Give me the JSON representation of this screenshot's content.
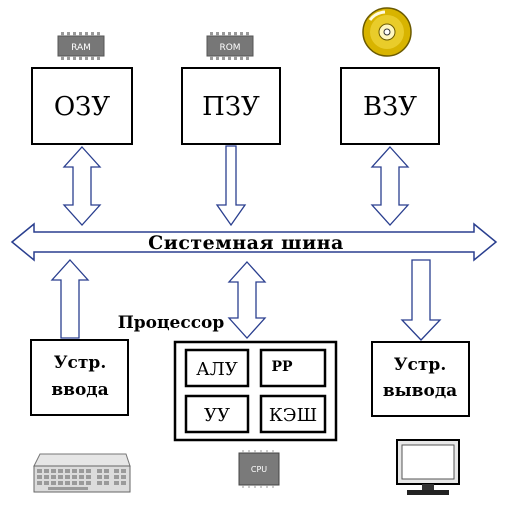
{
  "diagram": {
    "chips": {
      "ram_label": "RAM",
      "rom_label": "ROM",
      "cpu_label": "CPU"
    },
    "memory": {
      "ozu": "ОЗУ",
      "pzu": "ПЗУ",
      "vzu": "ВЗУ"
    },
    "bus_label": "Системная шина",
    "processor": {
      "title": "Процессор",
      "cells": {
        "alu": "АЛУ",
        "rp": "РР",
        "uu": "УУ",
        "cache": "КЭШ"
      }
    },
    "input_device": {
      "line1": "Устр.",
      "line2": "ввода"
    },
    "output_device": {
      "line1": "Устр.",
      "line2": "вывода"
    }
  }
}
